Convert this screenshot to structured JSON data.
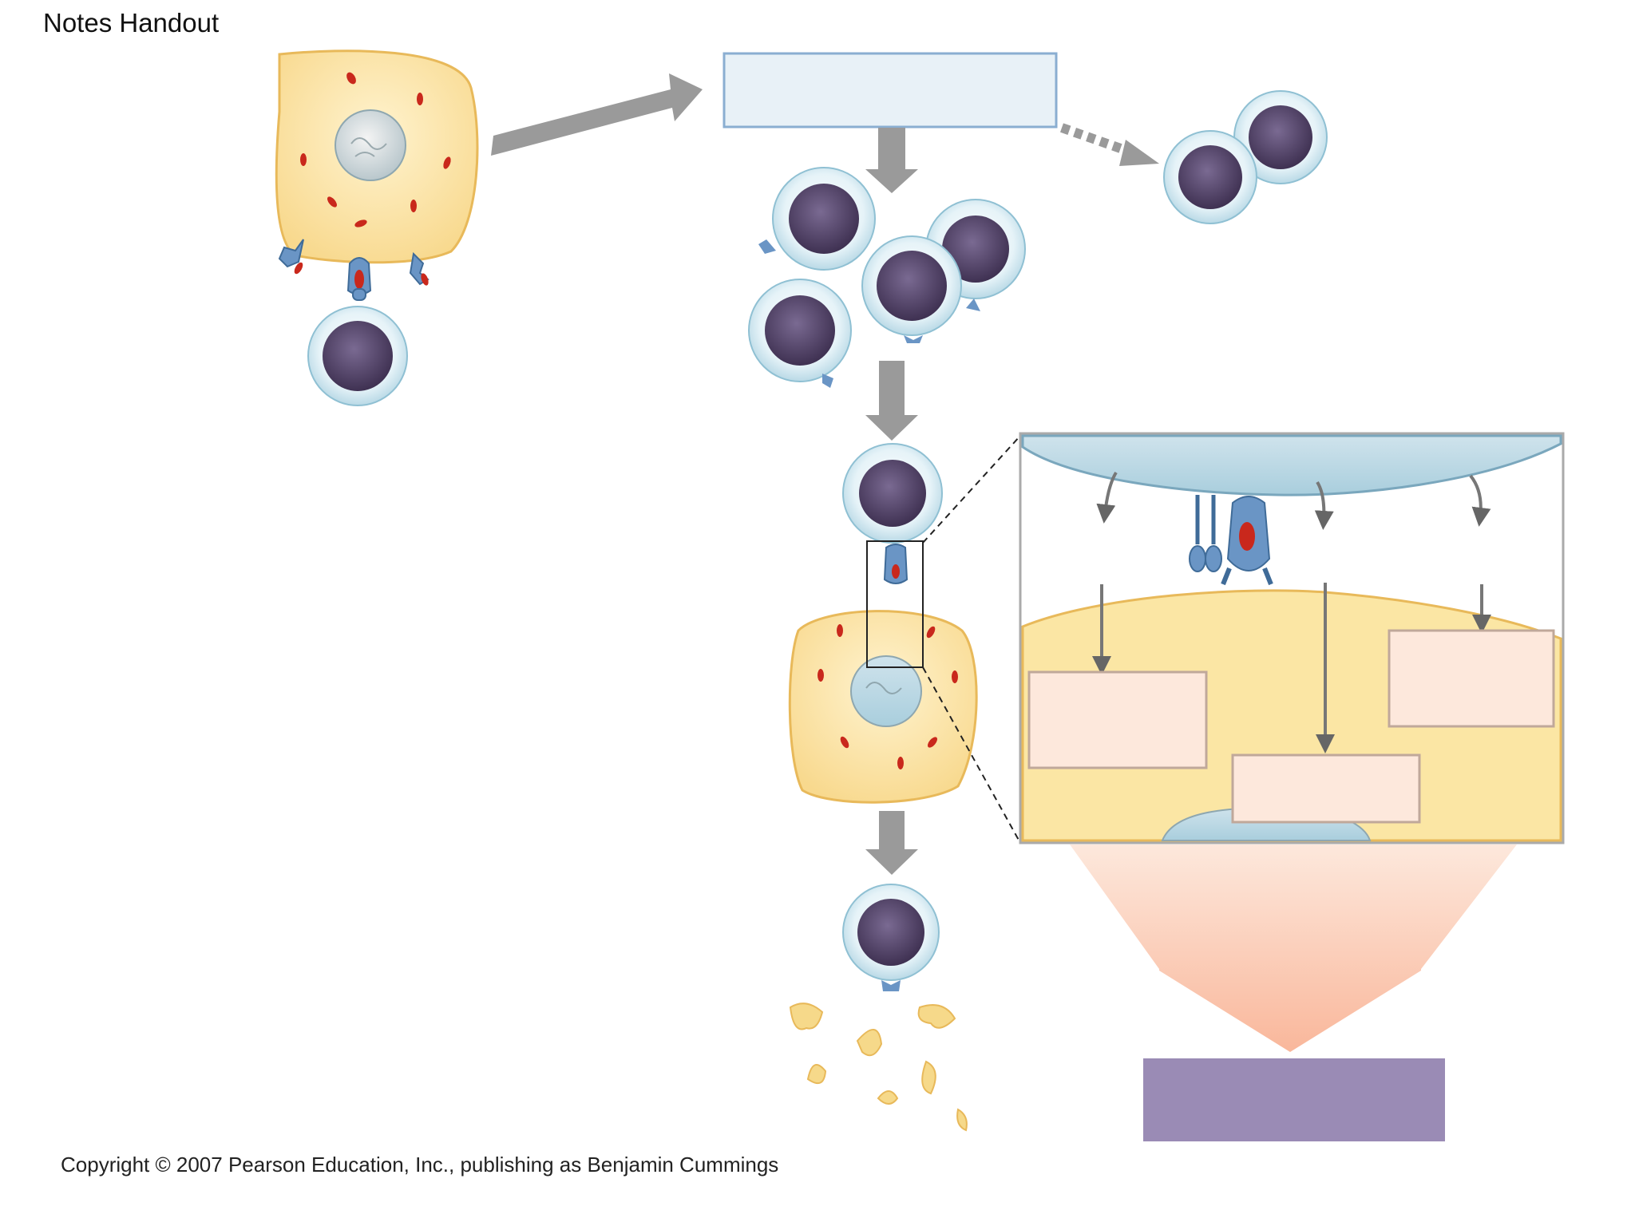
{
  "header": {
    "title": "Notes Handout"
  },
  "footer": {
    "copyright": "Copyright © 2007 Pearson Education, Inc., publishing as Benjamin Cummings"
  },
  "diagram": {
    "blank_label_boxes": 5,
    "colors": {
      "apc_cytoplasm": "#fbe6a4",
      "apc_border": "#e8b95a",
      "nucleus_purple": "#4f3f64",
      "cell_halo": "#dceef6",
      "receptor_blue": "#6a95c5",
      "antigen_red": "#c9281c",
      "arrow_gray": "#9a9a9a",
      "step_box_fill": "#e8f1f7",
      "label_box_fill": "#fde8dc",
      "result_box_fill": "#9a8bb5",
      "funnel_fill": "#fbc9b0",
      "debris_yellow": "#f6d98a"
    }
  }
}
